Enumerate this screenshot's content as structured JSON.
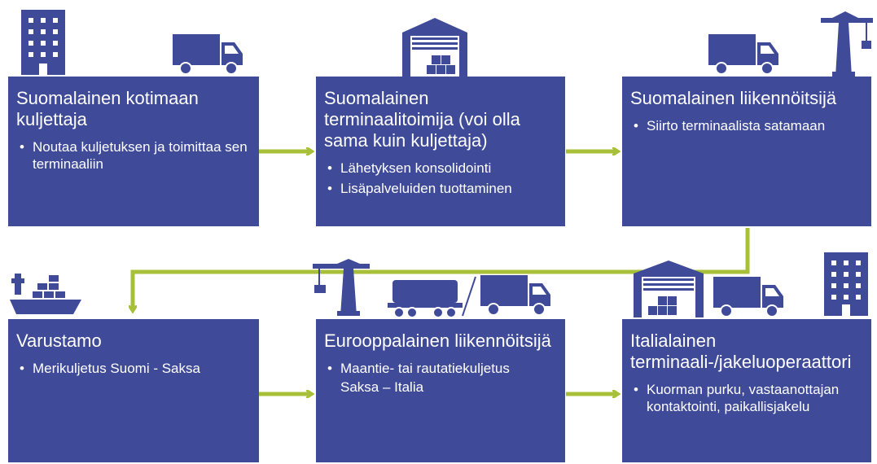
{
  "boxes": [
    {
      "title": "Suomalainen kotimaan kuljettaja",
      "bullets": [
        "Noutaa kuljetuksen ja toimittaa sen terminaaliin"
      ]
    },
    {
      "title": "Suomalainen terminaalitoimija (voi olla sama kuin kuljettaja)",
      "bullets": [
        "Lähetyksen konsolidointi",
        "Lisäpalveluiden tuottaminen"
      ]
    },
    {
      "title": "Suomalainen liikennöitsijä",
      "bullets": [
        "Siirto terminaalista satamaan"
      ]
    },
    {
      "title": "Varustamo",
      "bullets": [
        "Merikuljetus Suomi - Saksa"
      ]
    },
    {
      "title": "Eurooppalainen liikennöitsijä",
      "bullets": [
        "Maantie- tai rautatiekuljetus",
        "Saksa – Italia"
      ]
    },
    {
      "title": "Italialainen terminaali-/jakeluoperaattori",
      "bullets": [
        "Kuorman purku, vastaanottajan kontaktointi, paikallisjakelu"
      ]
    }
  ],
  "colors": {
    "box": "#3f4a99",
    "arrow": "#a8bf3a",
    "icon": "#3f4a99",
    "text": "#ffffff"
  },
  "icons": [
    "office-building-icon",
    "truck-icon",
    "warehouse-icon",
    "crane-icon",
    "cargo-ship-icon",
    "rail-wagon-icon"
  ]
}
